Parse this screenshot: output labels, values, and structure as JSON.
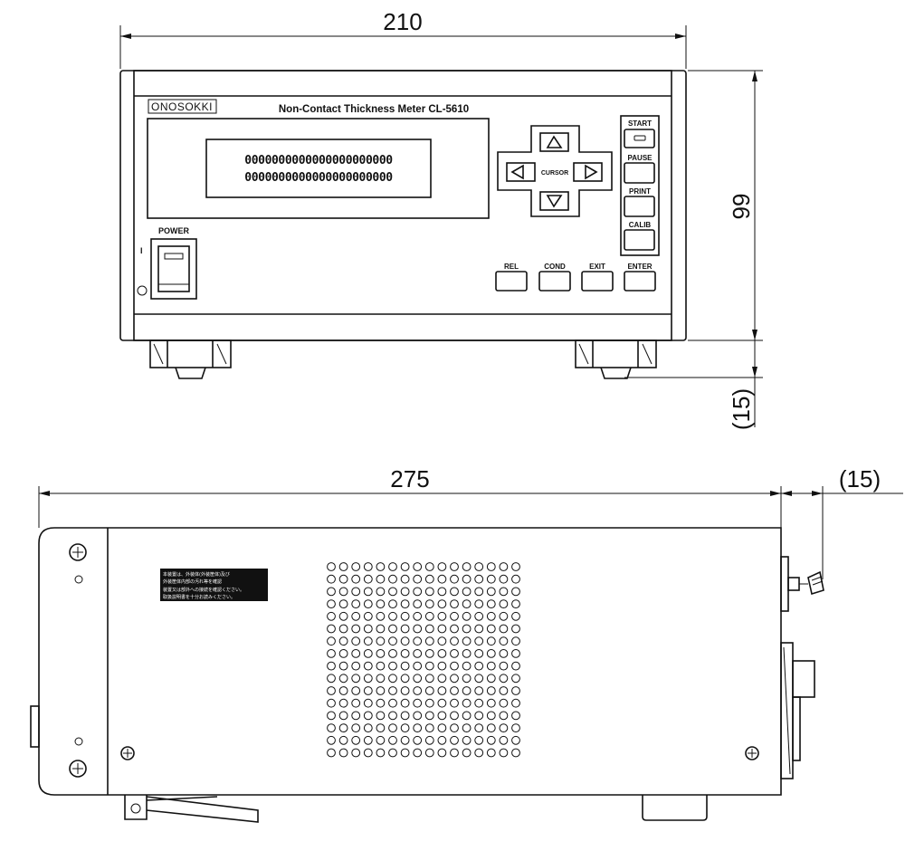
{
  "dimensions": {
    "front_width": "210",
    "front_height": "99",
    "foot_height": "(15)",
    "side_length": "275",
    "connector_depth": "(15)"
  },
  "front_panel": {
    "brand": "ONOSOKKI",
    "title": "Non-Contact Thickness Meter CL-5610",
    "display_line_1": "0000000000000000000000",
    "display_line_2": "0000000000000000000000",
    "power_label": "POWER",
    "power_on_mark": "I",
    "power_off_mark": "O",
    "cursor_label": "CURSOR",
    "buttons": {
      "start": "START",
      "pause": "PAUSE",
      "print": "PRINT",
      "calib": "CALIB",
      "rel": "REL",
      "cond": "COND",
      "exit": "EXIT",
      "enter": "ENTER"
    }
  },
  "side_label": {
    "line_1": "本装置は、外装体(外装筐体)及び",
    "line_2": "外装筐体内部の汚れ等を確認",
    "line_3": "装置又は部外への接続を確認ください。",
    "line_4": "取扱説明書を十分お読みください。"
  }
}
